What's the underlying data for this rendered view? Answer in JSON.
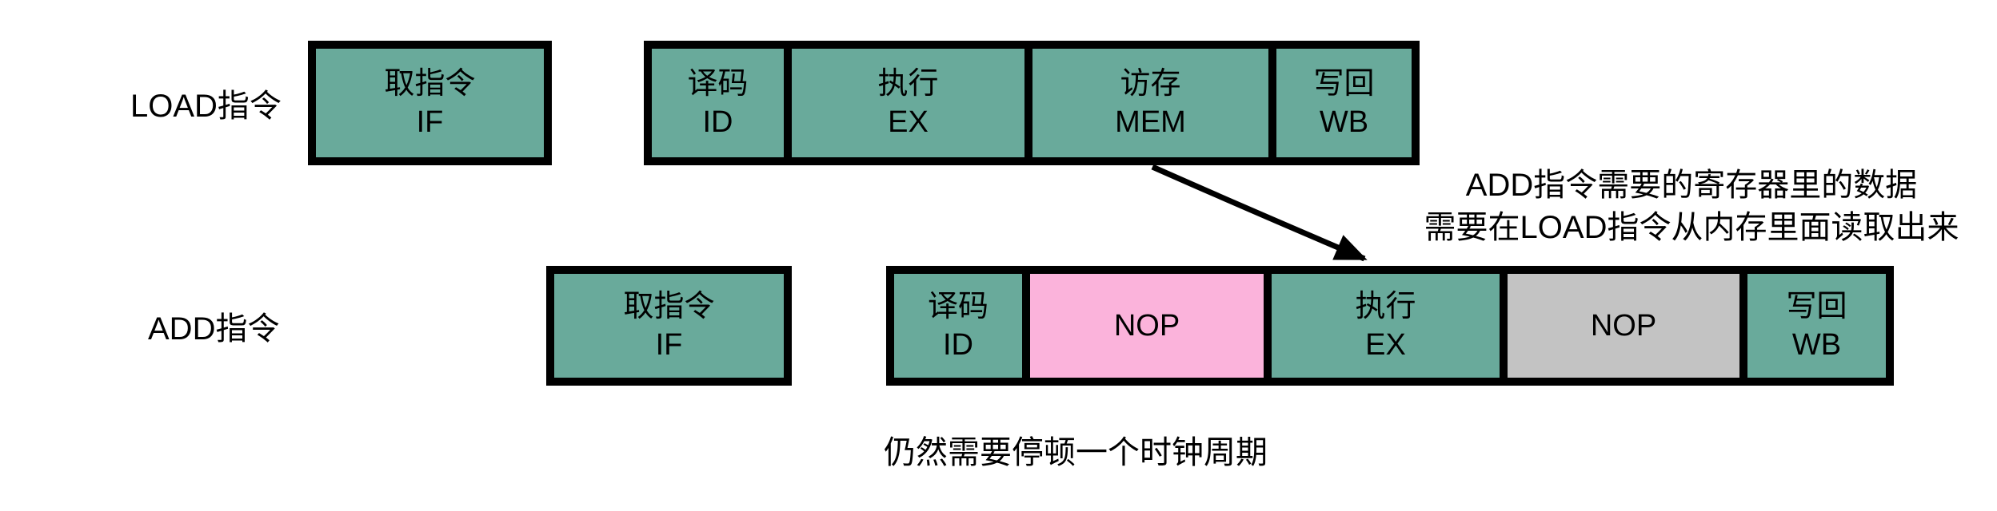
{
  "colors": {
    "stage_green": "#69AA9B",
    "bubble_pink": "#FBB3DB",
    "bubble_gray": "#C3C3C3",
    "border": "#000000",
    "text": "#000000",
    "background": "#FFFFFF"
  },
  "rows": [
    {
      "label": "LOAD指令",
      "cells": [
        {
          "cn": "取指令",
          "en": "IF"
        },
        {
          "cn": "译码",
          "en": "ID"
        },
        {
          "cn": "执行",
          "en": "EX"
        },
        {
          "cn": "访存",
          "en": "MEM"
        },
        {
          "cn": "写回",
          "en": "WB"
        }
      ]
    },
    {
      "label": "ADD指令",
      "cells": [
        {
          "cn": "取指令",
          "en": "IF"
        },
        {
          "cn": "译码",
          "en": "ID"
        },
        {
          "cn": "NOP"
        },
        {
          "cn": "执行",
          "en": "EX"
        },
        {
          "cn": "NOP"
        },
        {
          "cn": "写回",
          "en": "WB"
        }
      ]
    }
  ],
  "annotation": {
    "line1": "ADD指令需要的寄存器里的数据",
    "line2": "需要在LOAD指令从内存里面读取出来"
  },
  "caption": "仍然需要停顿一个时钟周期"
}
